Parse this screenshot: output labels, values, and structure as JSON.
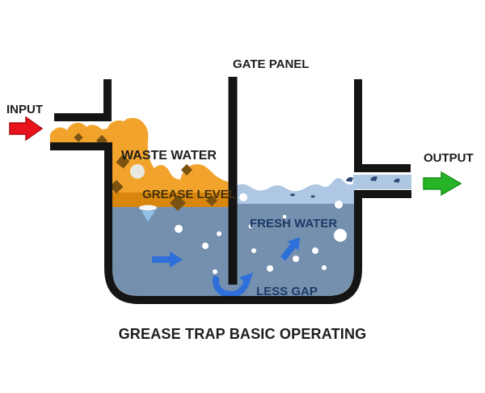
{
  "title": "GREASE TRAP BASIC OPERATING",
  "labels": {
    "input": "INPUT",
    "output": "OUTPUT",
    "gate_panel": "GATE PANEL",
    "waste_water": "WASTE WATER",
    "grease_level": "GREASE LEVEL",
    "fresh_water": "FRESH WATER",
    "less_gap": "LESS GAP"
  },
  "colors": {
    "grease": "#F2A32B",
    "grease_band": "#D8860D",
    "grease_particle": "#7B5210",
    "water": "#7590AE",
    "water_surface": "#AEC7E3",
    "flow_arrow": "#2F6FD9",
    "input_arrow": "#E8131C",
    "output_arrow": "#28B428",
    "structure": "#141414",
    "label_dark": "#1D1D1D",
    "label_navy": "#1C3A66",
    "label_brown": "#42300A",
    "background": "#FFFFFF"
  }
}
